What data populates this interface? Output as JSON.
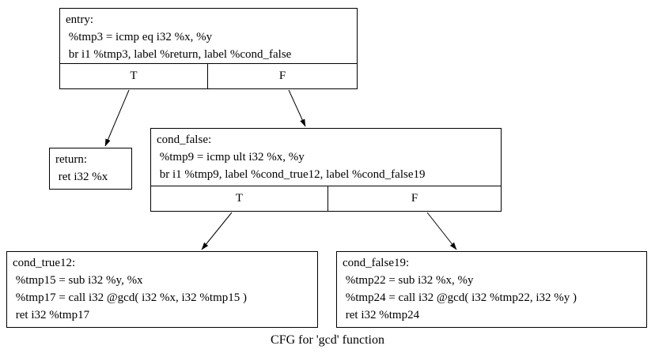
{
  "title": "CFG for 'gcd' function",
  "colors": {
    "background": "#ffffff",
    "border": "#000000",
    "text": "#000000"
  },
  "nodes": {
    "entry": {
      "lines": [
        "entry:",
        " %tmp3 = icmp eq i32 %x, %y",
        " br i1 %tmp3, label %return, label %cond_false"
      ],
      "true_label": "T",
      "false_label": "F"
    },
    "return": {
      "lines": [
        "return:",
        " ret i32 %x"
      ]
    },
    "cond_false": {
      "lines": [
        "cond_false:",
        " %tmp9 = icmp ult i32 %x, %y",
        " br i1 %tmp9, label %cond_true12, label %cond_false19"
      ],
      "true_label": "T",
      "false_label": "F"
    },
    "cond_true12": {
      "lines": [
        "cond_true12:",
        " %tmp15 = sub i32 %y, %x",
        " %tmp17 = call i32 @gcd( i32 %x, i32 %tmp15 )",
        " ret i32 %tmp17"
      ]
    },
    "cond_false19": {
      "lines": [
        "cond_false19:",
        " %tmp22 = sub i32 %x, %y",
        " %tmp24 = call i32 @gcd( i32 %tmp22, i32 %y )",
        " ret i32 %tmp24"
      ]
    }
  },
  "edges": [
    {
      "from": "entry",
      "branch": "T",
      "to": "return"
    },
    {
      "from": "entry",
      "branch": "F",
      "to": "cond_false"
    },
    {
      "from": "cond_false",
      "branch": "T",
      "to": "cond_true12"
    },
    {
      "from": "cond_false",
      "branch": "F",
      "to": "cond_false19"
    }
  ]
}
